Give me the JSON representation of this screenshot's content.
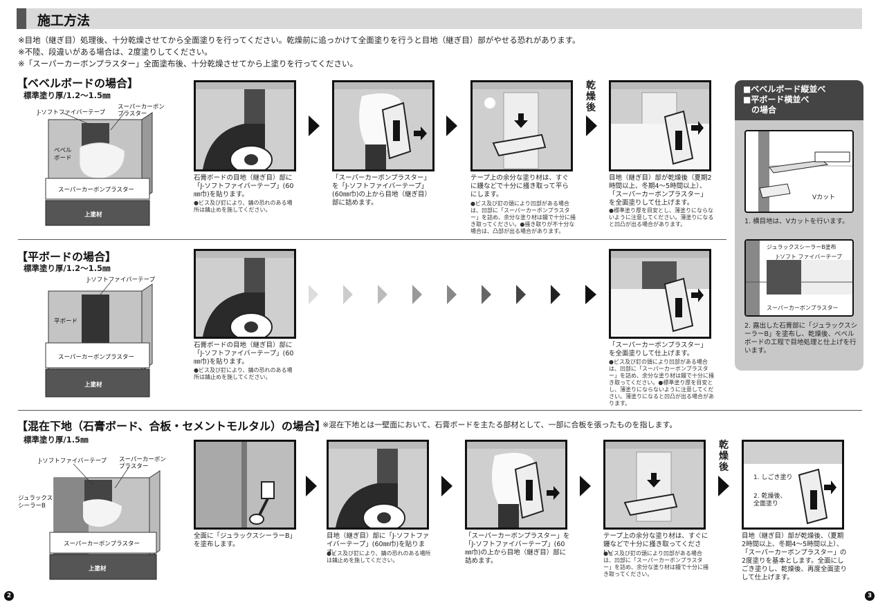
{
  "header": {
    "title": "施工方法"
  },
  "notes": [
    "※目地（継ぎ目）処理後、十分乾燥させてから全面塗りを行ってください。乾燥前に追っかけて全面塗りを行うと目地（継ぎ目）部がやせる恐れがあります。",
    "※不陸、段違いがある場合は、2度塗りしてください。",
    "※「スーパーカーボンプラスター」全面塗布後、十分乾燥させてから上塗りを行ってください。"
  ],
  "bevel": {
    "title": "【ベベルボードの場合】",
    "thickness": "標準塗り厚/1.2〜1.5㎜",
    "diagram": {
      "tape": "J-ソフトファイバーテープ",
      "plaster": "スーパーカーボン\nプラスター",
      "board": "ベベル\nボード",
      "layer1": "スーパーカーボンプラスター",
      "layer2": "上塗材"
    },
    "steps": [
      {
        "caption": "石膏ボードの目地（継ぎ目）部に「J-ソフトファイバーテープ」(60㎜巾)を貼ります。",
        "note": "●ビス及び釘により、錆の恐れのある場所は錆止めを施してください。"
      },
      {
        "caption": "「スーパーカーボンプラスター」を「J-ソフトファイバーテープ」(60㎜巾)の上から目地（継ぎ目）部に詰めます。",
        "note": ""
      },
      {
        "caption": "テープ上の余分な塗り材は、すぐに鏝などで十分に掻き取って平らにします。",
        "note": "●ビス及び釘の頭により凹部がある場合は、凹部に「スーパーカーボンプラスター」を詰め、余分な塗り材は鏝で十分に掻き取ってください。●掻き取りが不十分な場合は、凸部が出る場合があります。"
      },
      {
        "caption": "目地（継ぎ目）部が乾燥後（夏期2時間以上、冬期4〜5時間以上）、「スーパーカーボンプラスター」を全面塗りして仕上げます。",
        "note": "●標準塗り厚を目安とし、薄塗りにならないように注意してください。薄塗りになると凹凸が出る場合があります。"
      }
    ],
    "dry_label": "乾\n燥\n後"
  },
  "flat": {
    "title": "【平ボードの場合】",
    "thickness": "標準塗り厚/1.2〜1.5㎜",
    "diagram": {
      "tape": "J-ソフトファイバーテープ",
      "board": "平ボード",
      "layer1": "スーパーカーボンプラスター",
      "layer2": "上塗材"
    },
    "steps": [
      {
        "caption": "石膏ボードの目地（継ぎ目）部に「J-ソフトファイバーテープ」(60㎜巾)を貼ります。",
        "note": "●ビス及び釘により、錆の恐れのある場所は錆止めを施してください。"
      },
      {
        "caption": "「スーパーカーボンプラスター」を全面塗りして仕上げます。",
        "note": "●ビス及び釘の頭により凹部がある場合は、凹部に「スーパーカーボンプラスター」を詰め、余分な塗り材は鏝で十分に掻き取ってください。●標準塗り厚を目安とし、薄塗りにならないように注意してください。薄塗りになると凹凸が出る場合があります。"
      }
    ]
  },
  "mixed": {
    "title": "【混在下地（石膏ボード、合板・セメントモルタル）の場合】",
    "subnote": "※混在下地とは一壁面において、石膏ボードを主たる部材として、一部に合板を張ったものを指します。",
    "thickness": "標準塗り厚/1.5㎜",
    "diagram": {
      "tape": "J-ソフトファイバーテープ",
      "plaster": "スーパーカーボン\nプラスター",
      "sealer": "ジュラックス\nシーラーB",
      "layer1": "スーパーカーボンプラスター",
      "layer2": "上塗材"
    },
    "steps": [
      {
        "caption": "全面に「ジュラックスシーラーB」を塗布します。",
        "note": ""
      },
      {
        "caption": "目地（継ぎ目）部に「J-ソフトファイバーテープ」(60㎜巾)を貼ります。",
        "note": "●ビス及び釘により、錆の恐れのある場所は錆止めを施してください。"
      },
      {
        "caption": "「スーパーカーボンプラスター」を「J-ソフトファイバーテープ」(60㎜巾)の上から目地（継ぎ目）部に詰めます。",
        "note": ""
      },
      {
        "caption": "テープ上の余分な塗り材は、すぐに鏝などで十分に掻き取ってください。",
        "note": "●ビス及び釘の頭により凹部がある場合は、凹部に「スーパーカーボンプラスター」を詰め、余分な塗り材は鏝で十分に掻き取ってください。"
      },
      {
        "caption": "目地（継ぎ目）部が乾燥後、（夏期2時間以上、冬期4〜5時間以上）、「スーパーカーボンプラスター」の2度塗りを基本とします。全面にしごき塗りし、乾燥後、再度全面塗りして仕上げます。",
        "note": ""
      }
    ],
    "panel5": {
      "a": "1. しごき塗り",
      "b": "2. 乾燥後、\n全面塗り"
    },
    "dry_label": "乾\n燥\n後"
  },
  "side": {
    "head": "■ベベルボード縦並べ\n■平ボード横並べ\n　の場合",
    "vcut": "Vカット",
    "step1": "1. 横目地は、Vカットを行います。",
    "labels": {
      "a": "ジュラックスシーラーB塗布",
      "b": "J-ソフト ファイバーテープ",
      "c": "スーパーカーボンプラスター"
    },
    "step2": "2. 露出した石膏部に「ジュラックスシーラーB」を塗布し、乾燥後、ベベルボードの工程で目地処理と仕上げを行います。"
  },
  "pages": {
    "left": "2",
    "right": "3"
  }
}
